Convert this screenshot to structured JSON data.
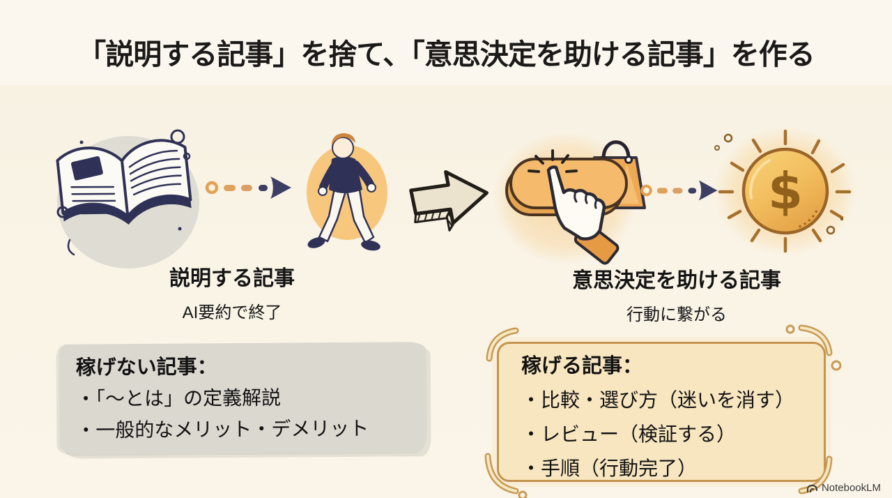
{
  "title": "「説明する記事」を捨て、「意思決定を助ける記事」を作る",
  "flow_left": {
    "caption": "説明する記事",
    "subcaption": "AI要約で終了",
    "icons": [
      "open-book-icon",
      "dashed-arrow-icon",
      "walking-person-icon"
    ]
  },
  "flow_right": {
    "caption": "意思決定を助ける記事",
    "subcaption": "行動に繋がる",
    "icons": [
      "click-button-icon",
      "pointing-hand-icon",
      "shopping-bag-icon",
      "dashed-arrow-icon",
      "dollar-coin-icon"
    ]
  },
  "transition": {
    "icon": "big-right-arrow-icon"
  },
  "bad_articles": {
    "heading": "稼げない記事：",
    "items": [
      "・「〜とは」の定義解説",
      "・一般的なメリット・デメリット"
    ]
  },
  "good_articles": {
    "heading": "稼げる記事：",
    "items": [
      "・比較・選び方（迷いを消す）",
      "・レビュー（検証する）",
      "・手順（行動完了）"
    ]
  },
  "watermark": {
    "label": "NotebookLM"
  },
  "colors": {
    "background": "#FAF4E7",
    "title_text": "#1B1A18",
    "navy": "#2F3156",
    "orange_accent": "#E2A254",
    "person_glow": "#F6C77D",
    "button_orange": "#F5BA6B",
    "bag_orange": "#F0A953",
    "coin_gold": "#F3C05E",
    "coin_brown": "#91611C",
    "good_box_fill": "#F8E6C0",
    "good_box_border": "#C3944E",
    "bad_box_fill": "#DBD8D0",
    "body_text": "#121212"
  }
}
